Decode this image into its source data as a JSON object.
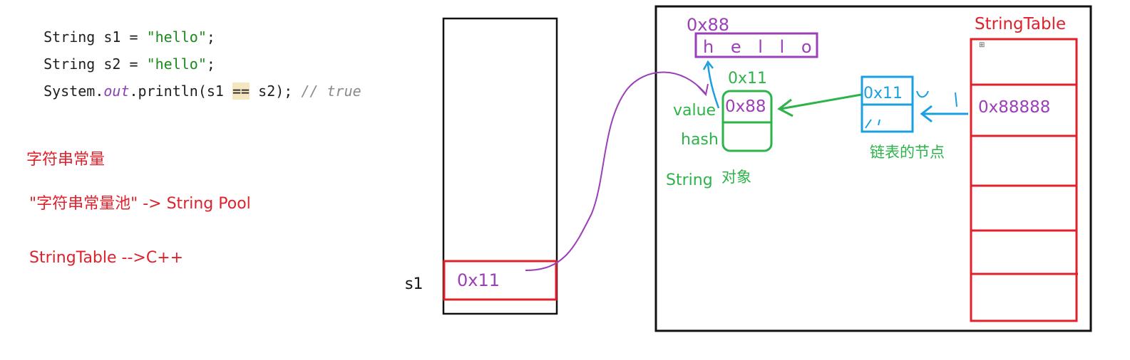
{
  "code": {
    "line1": {
      "kw": "String s1 = ",
      "str": "\"hello\"",
      "end": ";"
    },
    "line2": {
      "kw": "String s2 = ",
      "str": "\"hello\"",
      "end": ";"
    },
    "line3": {
      "pre": "System.",
      "field": "out",
      "mid": ".println(s1 ",
      "op": "==",
      "post": " s2); ",
      "comment": "// true"
    }
  },
  "notes": {
    "title": "字符串常量",
    "pool": "\"字符串常量池\" -> String  Pool",
    "table": "StringTable -->C++"
  },
  "stack": {
    "var_label": "s1",
    "var_value": "0x11"
  },
  "heap": {
    "hello_addr": "0x88",
    "hello_chars": "h e l l o",
    "string_obj_addr": "0x11",
    "value_label": "value",
    "value_field": "0x88",
    "hash_label": "hash",
    "string_label": "String",
    "object_label": "对象",
    "node_addr": "0x11",
    "node_label": "链表的节点",
    "table_title": "StringTable",
    "table_entry": "0x88888",
    "table_marker": "⊞"
  },
  "colors": {
    "red": "#e0202a",
    "purple": "#9b3fb8",
    "green": "#2db34a",
    "blue": "#1aa0e0",
    "black": "#111111"
  }
}
